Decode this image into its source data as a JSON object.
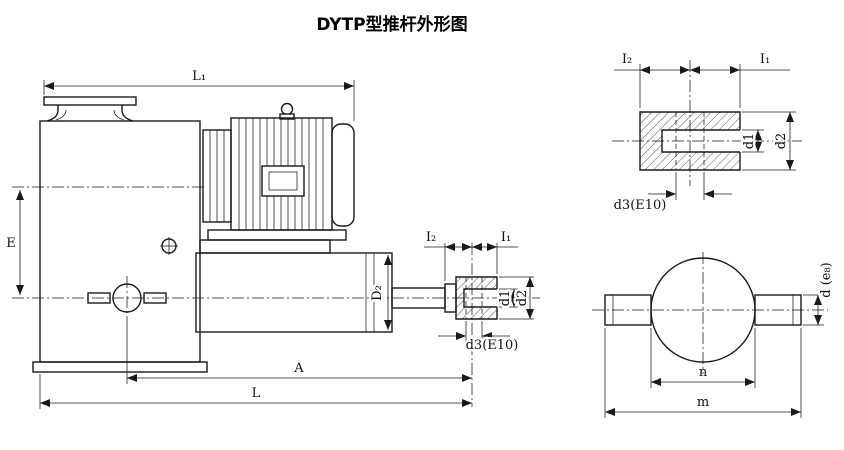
{
  "title": "DYTP型推杆外形图",
  "colors": {
    "line": "#1a1a1a",
    "background": "#ffffff"
  },
  "main_view": {
    "dims": {
      "L1": "L₁",
      "E": "E",
      "D2": "D₂",
      "l2": "I₂",
      "l1": "I₁",
      "d1": "d1",
      "d2": "d2",
      "d3": "d3(E10)",
      "A": "A",
      "L": "L"
    }
  },
  "fork_detail": {
    "dims": {
      "l2": "I₂",
      "l1": "I₁",
      "d1": "d1",
      "d2": "d2",
      "d3": "d3(E10)"
    }
  },
  "end_view": {
    "dims": {
      "d": "d (e₈)",
      "n": "n",
      "m": "m"
    }
  }
}
